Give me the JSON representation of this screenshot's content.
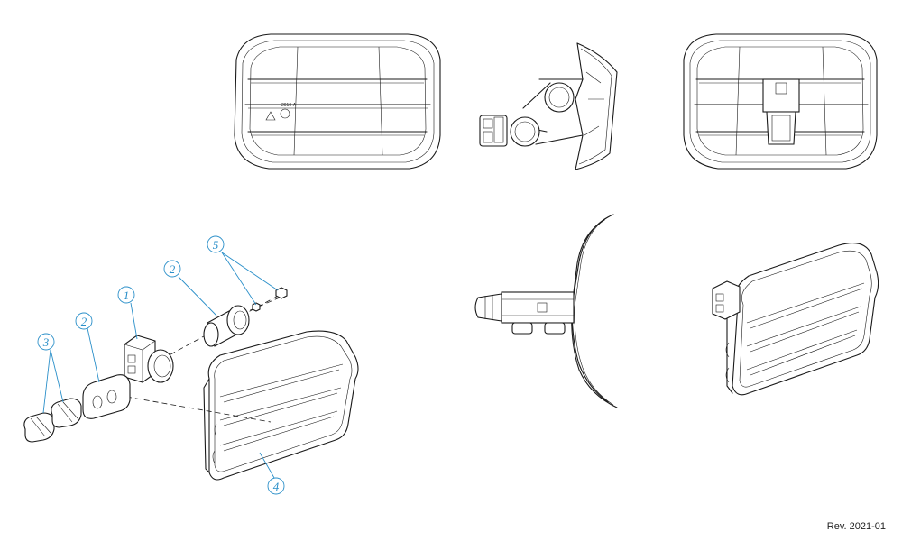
{
  "figure": {
    "accent_color": "#2a8fc9",
    "line_color": "#1a1a1a",
    "callouts": [
      {
        "id": "callout-1",
        "label": "1"
      },
      {
        "id": "callout-2a",
        "label": "2"
      },
      {
        "id": "callout-2b",
        "label": "2"
      },
      {
        "id": "callout-3",
        "label": "3"
      },
      {
        "id": "callout-4",
        "label": "4"
      },
      {
        "id": "callout-5",
        "label": "5"
      }
    ],
    "part_marking": "2010-A"
  },
  "footer": {
    "revision": "Rev. 2021-01"
  }
}
